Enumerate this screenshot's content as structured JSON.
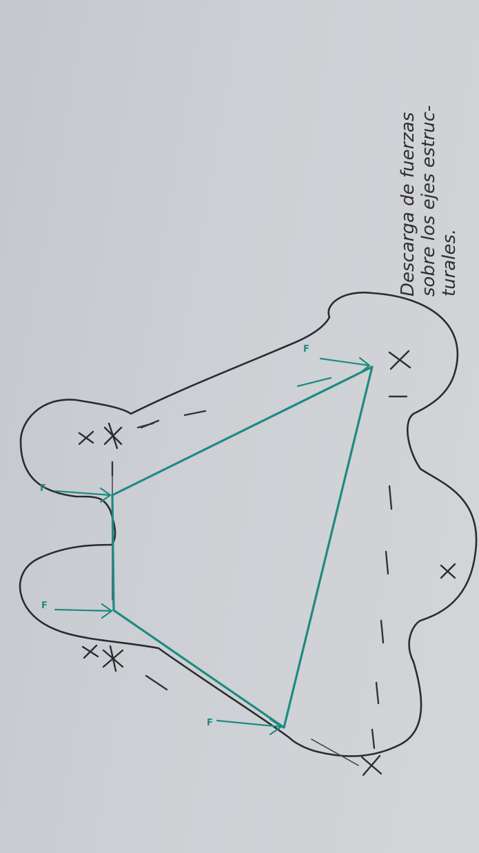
{
  "note": {
    "lines": [
      "Descarga de fuerzas",
      "sobre los ejes estruc-",
      "turales."
    ]
  },
  "force_label": "F",
  "colors": {
    "paper": "#cdd0d4",
    "ink": "#2b2b2e",
    "force_vectors": "#1e8a82"
  }
}
